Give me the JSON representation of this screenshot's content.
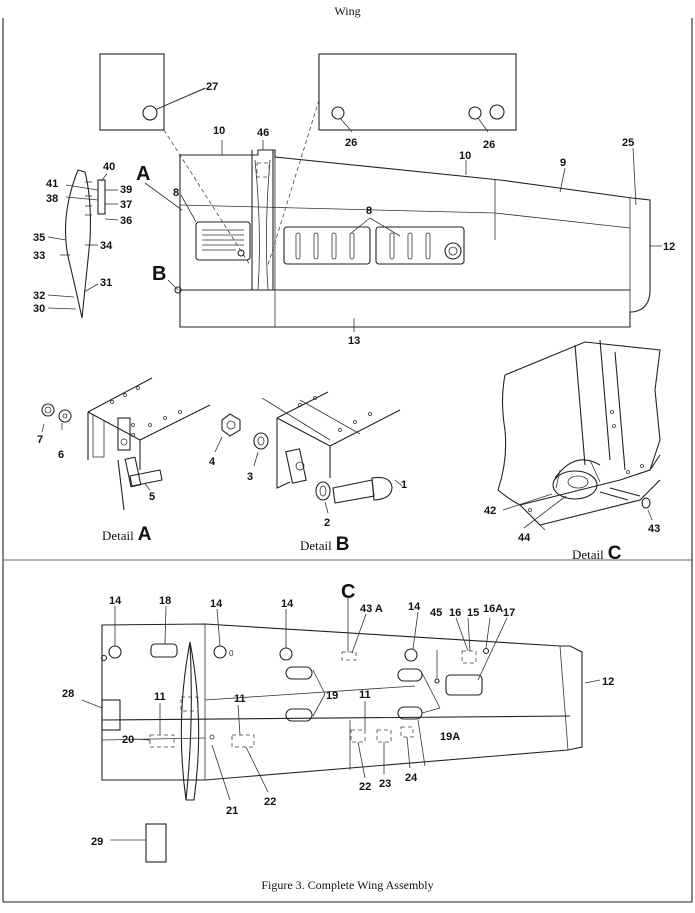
{
  "header": "Wing",
  "caption": "Figure 3.  Complete Wing Assembly",
  "details": {
    "a": {
      "prefix": "Detail",
      "letter": "A"
    },
    "b": {
      "prefix": "Detail",
      "letter": "B"
    },
    "c": {
      "prefix": "Detail",
      "letter": "C"
    }
  },
  "views": {
    "a": "A",
    "b": "B",
    "c": "C"
  },
  "callouts": {
    "c1": "1",
    "c2": "2",
    "c3": "3",
    "c4": "4",
    "c5": "5",
    "c6": "6",
    "c7": "7",
    "c8a": "8",
    "c8b": "8",
    "c9": "9",
    "c10a": "10",
    "c10b": "10",
    "c11a": "11",
    "c11b": "11",
    "c11c": "11",
    "c12a": "12",
    "c12b": "12",
    "c13": "13",
    "c14a": "14",
    "c14b": "14",
    "c14c": "14",
    "c14d": "14",
    "c15": "15",
    "c16": "16",
    "c16a": "16A",
    "c17": "17",
    "c18": "18",
    "c19": "19",
    "c19a": "19A",
    "c20": "20",
    "c21": "21",
    "c22a": "22",
    "c22b": "22",
    "c23": "23",
    "c24": "24",
    "c25": "25",
    "c26a": "26",
    "c26b": "26",
    "c27": "27",
    "c28": "28",
    "c29": "29",
    "c30": "30",
    "c31": "31",
    "c32": "32",
    "c33": "33",
    "c34": "34",
    "c35": "35",
    "c36": "36",
    "c37": "37",
    "c38": "38",
    "c39": "39",
    "c40": "40",
    "c41": "41",
    "c42": "42",
    "c43": "43",
    "c43a": "43 A",
    "c44": "44",
    "c45": "45",
    "c46": "46",
    "small0": "0"
  }
}
